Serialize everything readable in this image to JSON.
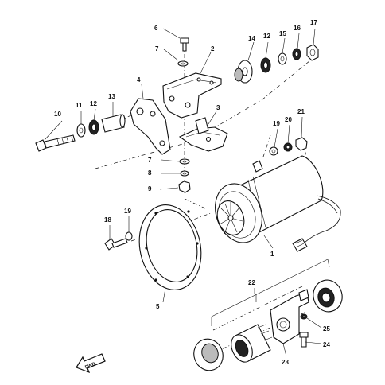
{
  "labels": {
    "l1": "1",
    "l2": "2",
    "l3": "3",
    "l4": "4",
    "l5": "5",
    "l6": "6",
    "l7a": "7",
    "l7b": "7",
    "l8": "8",
    "l9": "9",
    "l10": "10",
    "l11": "11",
    "l12a": "12",
    "l12b": "12",
    "l13": "13",
    "l14": "14",
    "l15": "15",
    "l16": "16",
    "l17": "17",
    "l18": "18",
    "l19a": "19",
    "l19b": "19",
    "l20": "20",
    "l21": "21",
    "l22": "22",
    "l23": "23",
    "l24": "24",
    "l25": "25"
  },
  "fwd_badge": "FWD",
  "colors": {
    "ink": "#111111",
    "paper": "#ffffff"
  }
}
